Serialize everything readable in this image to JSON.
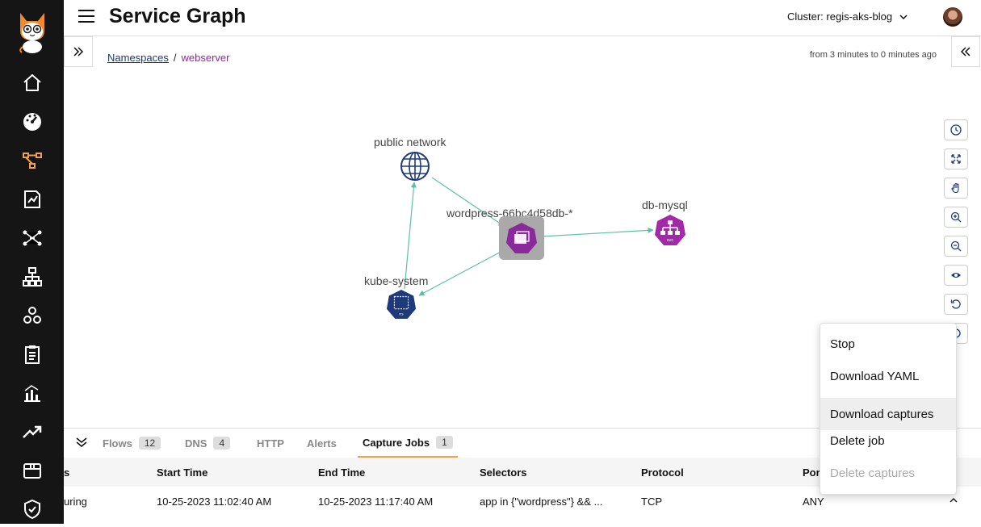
{
  "header": {
    "title": "Service Graph",
    "cluster_label": "Cluster: regis-aks-blog"
  },
  "breadcrumb": {
    "root": "Namespaces",
    "separator": "/",
    "current": "webserver"
  },
  "time_range": "from 3 minutes to 0 minutes ago",
  "graph": {
    "nodes": [
      {
        "label": "public network",
        "icon": "globe-icon"
      },
      {
        "label": "wordpress-66bc4d58db-*",
        "icon": "deployment-icon"
      },
      {
        "label": "db-mysql",
        "icon": "svc-icon",
        "badge": "svc"
      },
      {
        "label": "kube-system",
        "icon": "namespace-icon",
        "badge": "ns"
      }
    ]
  },
  "toolbar_icons": [
    "clock-icon",
    "fit-icon",
    "hand-icon",
    "zoom-in-icon",
    "zoom-out-icon",
    "eye-icon",
    "reset-icon",
    "capture-icon"
  ],
  "tabs": [
    {
      "label": "Flows",
      "count": "12"
    },
    {
      "label": "DNS",
      "count": "4"
    },
    {
      "label": "HTTP"
    },
    {
      "label": "Alerts"
    },
    {
      "label": "Capture Jobs",
      "count": "1"
    }
  ],
  "table": {
    "columns": [
      "s",
      "Start Time",
      "End Time",
      "Selectors",
      "Protocol",
      "Por"
    ],
    "rows": [
      [
        "uring",
        "10-25-2023 11:02:40 AM",
        "10-25-2023 11:17:40 AM",
        "app in {\"wordpress\"} && ...",
        "TCP",
        "ANY"
      ]
    ]
  },
  "menu": {
    "items": [
      "Stop",
      "Download YAML",
      "Download captures",
      "Delete job",
      "Delete captures"
    ]
  },
  "colors": {
    "sidebar_bg": "#151515",
    "accent_orange": "#f0a050",
    "purple": "#8a2a9a",
    "navy": "#1e3a7a",
    "edge": "#5cc0a8"
  },
  "sidebar": {
    "items": [
      "home-icon",
      "dashboard-icon",
      "service-graph-icon",
      "policy-board-icon",
      "network-icon",
      "hierarchy-icon",
      "cluster-icon",
      "clipboard-icon",
      "chart-icon",
      "trend-icon",
      "box-icon",
      "shield-icon"
    ]
  }
}
